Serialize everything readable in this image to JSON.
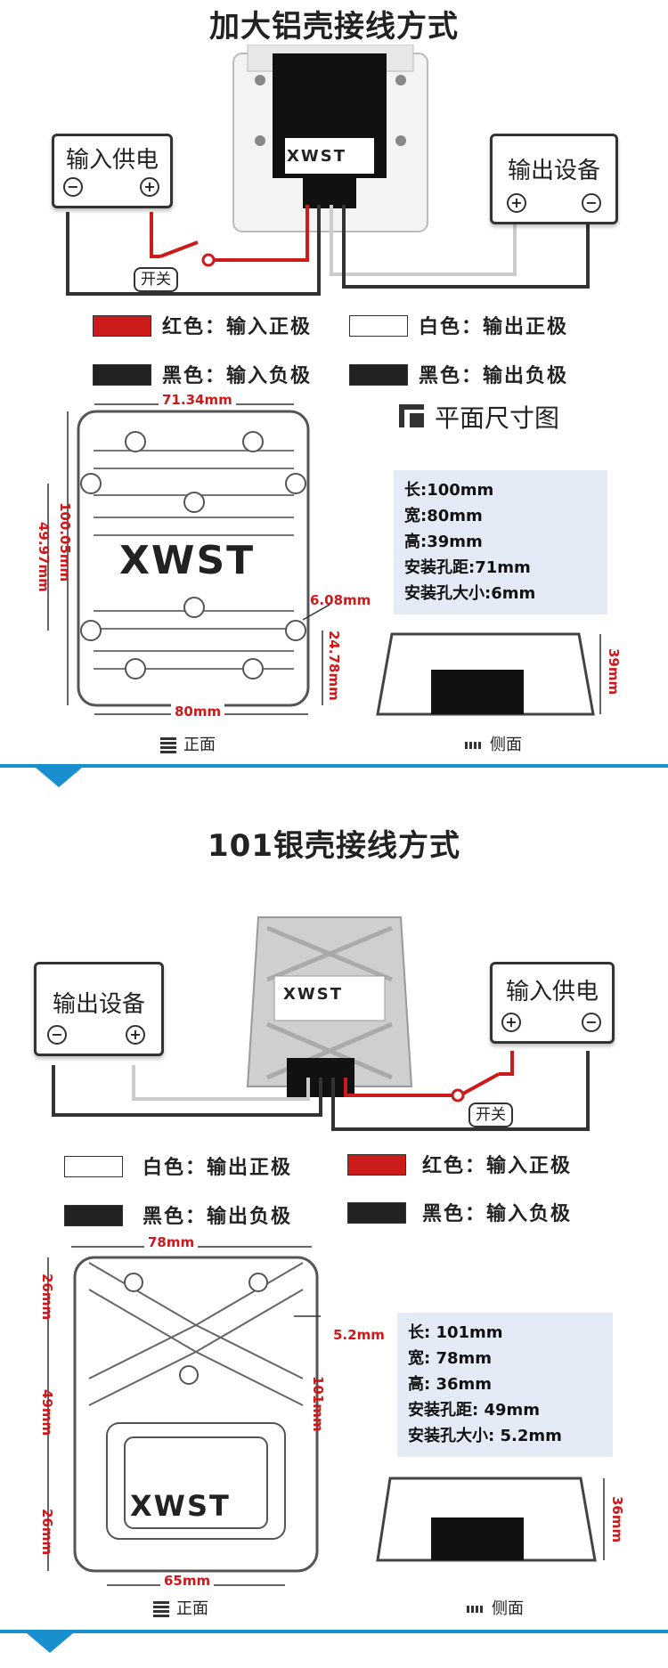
{
  "section1": {
    "title": "加大铝壳接线方式",
    "input_device": {
      "label": "输入供电",
      "minus": "⊖",
      "plus": "⊕"
    },
    "output_device": {
      "label": "输出设备",
      "plus": "⊕",
      "minus": "⊖"
    },
    "switch_label": "开关",
    "brand": "XWST",
    "legend": [
      {
        "color": "#cc1b1b",
        "text": "红色：输入正极"
      },
      {
        "color": "#ffffff",
        "text": "白色：输出正极"
      },
      {
        "color": "#222222",
        "text": "黑色：输入负极"
      },
      {
        "color": "#222222",
        "text": "黑色：输出负极"
      }
    ],
    "plan_label": "平面尺寸图",
    "dims": {
      "top_width": "71.34mm",
      "height": "100.05mm",
      "hole_gap": "49.97mm",
      "hole": "6.08mm",
      "bottom_gap": "24.78mm",
      "width": "80mm",
      "side_height": "39mm"
    },
    "specs": [
      "长:100mm",
      "宽:80mm",
      "高:39mm",
      "安装孔距:71mm",
      "安装孔大小:6mm"
    ],
    "front_caption": "正面",
    "side_caption": "侧面"
  },
  "section2": {
    "title": "101银壳接线方式",
    "output_device": {
      "label": "输出设备",
      "minus": "⊖",
      "plus": "⊕"
    },
    "input_device": {
      "label": "输入供电",
      "plus": "⊕",
      "minus": "⊖"
    },
    "switch_label": "开关",
    "brand": "XWST",
    "legend": [
      {
        "color": "#ffffff",
        "text": "白色：输出正极"
      },
      {
        "color": "#cc1b1b",
        "text": "红色：输入正极"
      },
      {
        "color": "#222222",
        "text": "黑色：输出负极"
      },
      {
        "color": "#222222",
        "text": "黑色：输入负极"
      }
    ],
    "dims": {
      "top_width": "78mm",
      "top_gap": "26mm",
      "mid_gap": "49mm",
      "bottom_gap": "26mm",
      "hole": "5.2mm",
      "height": "101mm",
      "bottom_width": "65mm",
      "side_height": "36mm"
    },
    "specs": [
      "长: 101mm",
      "宽: 78mm",
      "高: 36mm",
      "安装孔距: 49mm",
      "安装孔大小: 5.2mm"
    ],
    "front_caption": "正面",
    "side_caption": "侧面"
  }
}
